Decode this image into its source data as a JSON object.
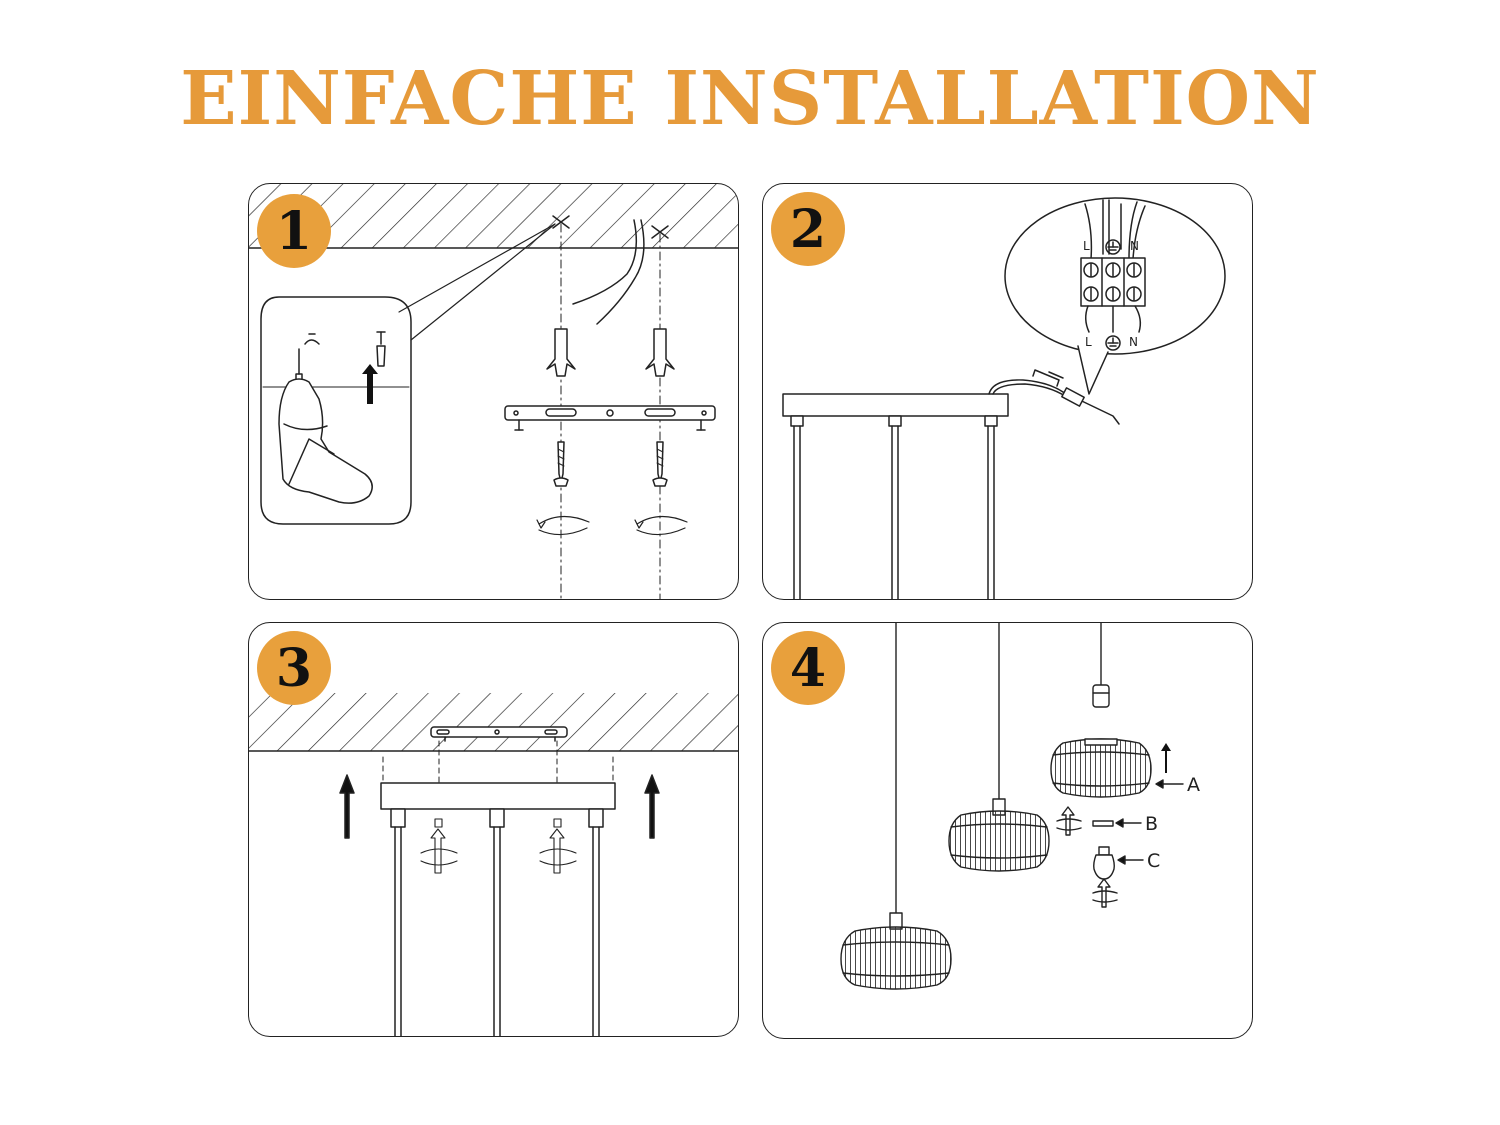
{
  "title": "EINFACHE INSTALLATION",
  "colors": {
    "accent": "#E8A03C",
    "title": "#E69A3A",
    "line": "#222222"
  },
  "steps": [
    {
      "number": "1"
    },
    {
      "number": "2",
      "wire_labels": [
        "L",
        "N"
      ]
    },
    {
      "number": "3"
    },
    {
      "number": "4",
      "part_labels": [
        "A",
        "B",
        "C"
      ]
    }
  ]
}
